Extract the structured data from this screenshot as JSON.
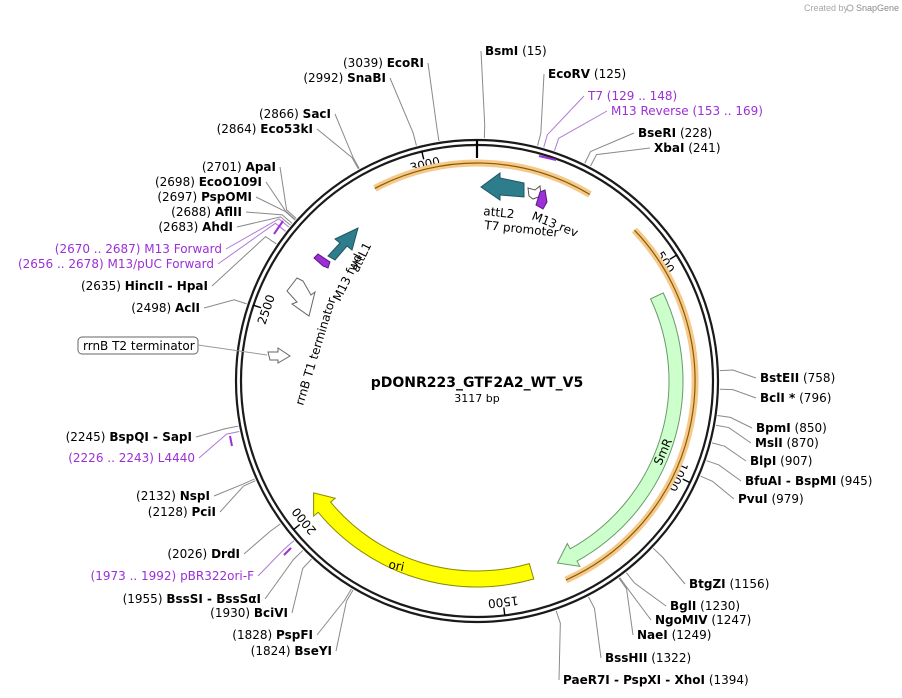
{
  "title": "pDONR223_GTF2A2_WT_V5",
  "length_label": "3117 bp",
  "total_bp": 3117,
  "credit": {
    "created_by": "Created by",
    "brand": "SnapGene"
  },
  "tick_labels": [
    "500",
    "1000",
    "1500",
    "2000",
    "2500",
    "3000"
  ],
  "sites": [
    {
      "name": "BsmI",
      "pos": "(15)",
      "side": "right",
      "bp": 15
    },
    {
      "name": "EcoRV",
      "pos": "(125)",
      "side": "right",
      "bp": 125
    },
    {
      "name": "T7",
      "pos": "(129 .. 148)",
      "side": "right",
      "bp": 138,
      "purple": true
    },
    {
      "name": "M13 Reverse",
      "pos": "(153 .. 169)",
      "side": "right",
      "bp": 161,
      "purple": true
    },
    {
      "name": "BseRI",
      "pos": "(228)",
      "side": "right",
      "bp": 228
    },
    {
      "name": "XbaI",
      "pos": "(241)",
      "side": "right",
      "bp": 241
    },
    {
      "name": "BstEII",
      "pos": "(758)",
      "side": "right",
      "bp": 758
    },
    {
      "name": "BclI *",
      "pos": "(796)",
      "side": "right",
      "bp": 796
    },
    {
      "name": "BpmI",
      "pos": "(850)",
      "side": "right",
      "bp": 850
    },
    {
      "name": "MslI",
      "pos": "(870)",
      "side": "right",
      "bp": 870
    },
    {
      "name": "BlpI",
      "pos": "(907)",
      "side": "right",
      "bp": 907
    },
    {
      "name": "BfuAI  -  BspMI",
      "pos": "(945)",
      "side": "right",
      "bp": 945
    },
    {
      "name": "PvuI",
      "pos": "(979)",
      "side": "right",
      "bp": 979
    },
    {
      "name": "BtgZI",
      "pos": "(1156)",
      "side": "right",
      "bp": 1156
    },
    {
      "name": "BglI",
      "pos": "(1230)",
      "side": "right",
      "bp": 1230
    },
    {
      "name": "NgoMIV",
      "pos": "(1247)",
      "side": "right",
      "bp": 1247
    },
    {
      "name": "NaeI",
      "pos": "(1249)",
      "side": "right",
      "bp": 1249
    },
    {
      "name": "BssHII",
      "pos": "(1322)",
      "side": "right",
      "bp": 1322
    },
    {
      "name": "PaeR7I  -  PspXI  -  XhoI",
      "pos": "(1394)",
      "side": "right",
      "bp": 1394
    },
    {
      "name": "BseYI",
      "pos": "(1824)",
      "side": "left",
      "bp": 1824
    },
    {
      "name": "PspFI",
      "pos": "(1828)",
      "side": "left",
      "bp": 1828
    },
    {
      "name": "BciVI",
      "pos": "(1930)",
      "side": "left",
      "bp": 1930
    },
    {
      "name": "BssSI  -  BssSαI",
      "pos": "(1955)",
      "side": "left",
      "bp": 1955
    },
    {
      "name": "pBR322ori-F",
      "pos": "(1973 .. 1992)",
      "side": "left",
      "bp": 1982,
      "purple": true
    },
    {
      "name": "DrdI",
      "pos": "(2026)",
      "side": "left",
      "bp": 2026
    },
    {
      "name": "PciI",
      "pos": "(2128)",
      "side": "left",
      "bp": 2128
    },
    {
      "name": "NspI",
      "pos": "(2132)",
      "side": "left",
      "bp": 2132
    },
    {
      "name": "L4440",
      "pos": "(2226 .. 2243)",
      "side": "left",
      "bp": 2234,
      "purple": true
    },
    {
      "name": "BspQI  -  SapI",
      "pos": "(2245)",
      "side": "left",
      "bp": 2245
    },
    {
      "name": "AclI",
      "pos": "(2498)",
      "side": "left",
      "bp": 2498
    },
    {
      "name": "HincII  -  HpaI",
      "pos": "(2635)",
      "side": "left",
      "bp": 2635
    },
    {
      "name": "M13/pUC Forward",
      "pos": "(2656 .. 2678)",
      "side": "left",
      "bp": 2667,
      "purple": true
    },
    {
      "name": "M13 Forward",
      "pos": "(2670 .. 2687)",
      "side": "left",
      "bp": 2678,
      "purple": true
    },
    {
      "name": "AhdI",
      "pos": "(2683)",
      "side": "left",
      "bp": 2683
    },
    {
      "name": "AflII",
      "pos": "(2688)",
      "side": "left",
      "bp": 2688
    },
    {
      "name": "PspOMI",
      "pos": "(2697)",
      "side": "left",
      "bp": 2697
    },
    {
      "name": "EcoO109I",
      "pos": "(2698)",
      "side": "left",
      "bp": 2698
    },
    {
      "name": "ApaI",
      "pos": "(2701)",
      "side": "left",
      "bp": 2701
    },
    {
      "name": "Eco53kI",
      "pos": "(2864)",
      "side": "left",
      "bp": 2864
    },
    {
      "name": "SacI",
      "pos": "(2866)",
      "side": "left",
      "bp": 2866
    },
    {
      "name": "SnaBI",
      "pos": "(2992)",
      "side": "left",
      "bp": 2992
    },
    {
      "name": "EcoRI",
      "pos": "(3039)",
      "side": "left",
      "bp": 3039
    }
  ],
  "features": [
    {
      "name": "SmR",
      "color": "#ccffcc"
    },
    {
      "name": "ori",
      "color": "#ffff00"
    },
    {
      "name": "attL1",
      "color": "#2e7d8c"
    },
    {
      "name": "attL2",
      "color": "#2e7d8c"
    },
    {
      "name": "M13 fwd",
      "color": "#9b30d6"
    },
    {
      "name": "M13 rev",
      "color": "#9b30d6"
    },
    {
      "name": "T7 promoter",
      "color": "#ffffff"
    },
    {
      "name": "rrnB T1 terminator",
      "color": "#ffffff"
    },
    {
      "name": "rrnB T2 terminator",
      "color": "#ffffff"
    }
  ]
}
